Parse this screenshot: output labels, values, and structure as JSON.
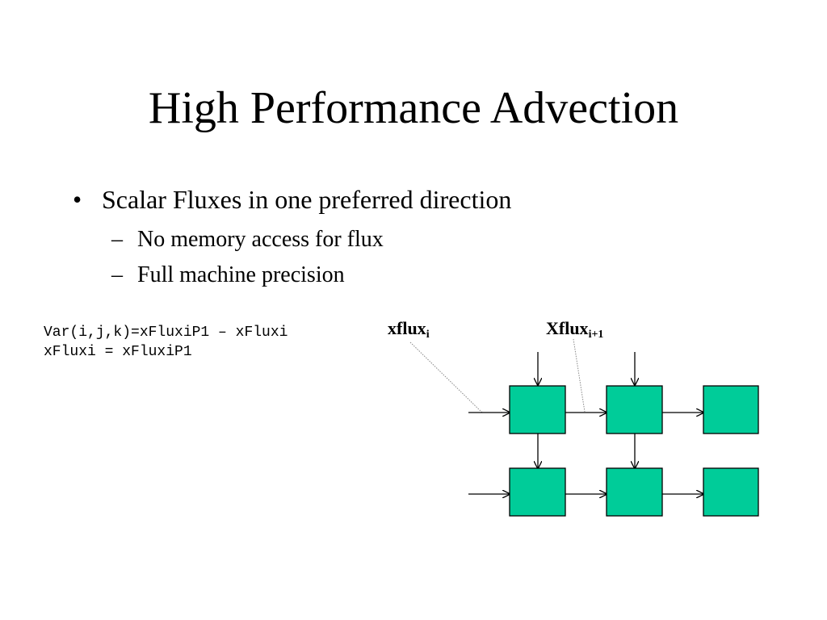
{
  "slide": {
    "title": "High Performance Advection",
    "bullets": [
      {
        "text": "Scalar Fluxes in one preferred direction",
        "marker": "•",
        "subs": [
          {
            "text": "No memory access for flux",
            "marker": "–"
          },
          {
            "text": "Full machine precision",
            "marker": "–"
          }
        ]
      }
    ]
  },
  "code": {
    "line1": "Var(i,j,k)=xFluxiP1 – xFluxi",
    "line2": "xFluxi = xFluxiP1"
  },
  "diagram": {
    "label_left": {
      "base": "xflux",
      "sub": "i"
    },
    "label_right": {
      "base": "Xflux",
      "sub": "i+1"
    },
    "cell_color": "#00cc99",
    "line_color": "#000000"
  }
}
